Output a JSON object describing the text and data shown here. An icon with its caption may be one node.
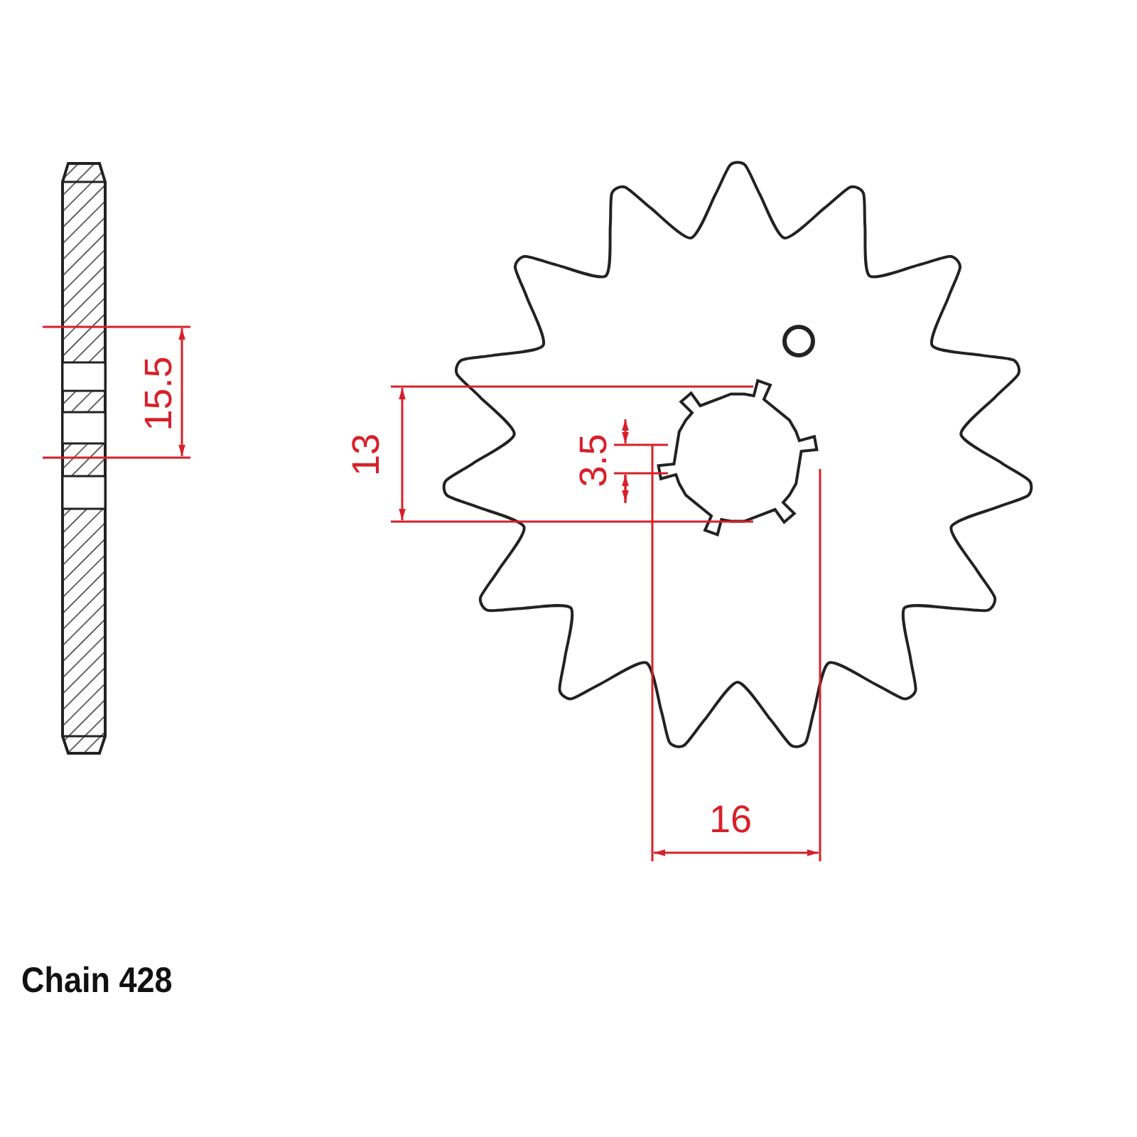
{
  "diagram": {
    "labels": [
      "15.5",
      "13",
      "3.5",
      "16",
      "Chain 428"
    ]
  }
}
